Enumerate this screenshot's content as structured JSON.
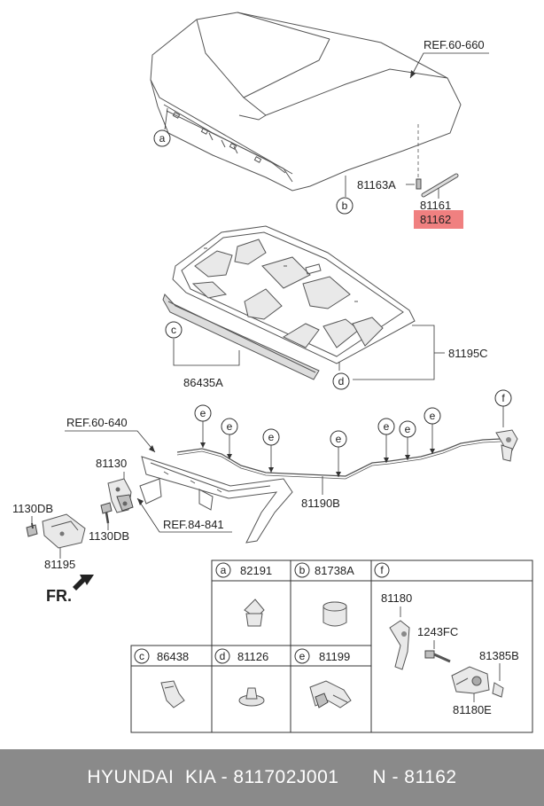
{
  "references": {
    "ref_hood": "REF.60-660",
    "ref_panel": "REF.60-640",
    "ref_lower": "REF.84-841"
  },
  "parts": {
    "p81163A": "81163A",
    "p81161": "81161",
    "p81162": "81162",
    "p81195C": "81195C",
    "p86435A": "86435A",
    "p81190B": "81190B",
    "p81130": "81130",
    "p1130DB_left": "1130DB",
    "p1130DB_right": "1130DB",
    "p81195": "81195"
  },
  "circles": {
    "a": "a",
    "b": "b",
    "c": "c",
    "d": "d",
    "e": "e",
    "f": "f"
  },
  "front_label": "FR.",
  "highlight_color": "#f08080",
  "legend": {
    "a_code": "82191",
    "b_code": "81738A",
    "c_code": "86438",
    "d_code": "81126",
    "e_code": "81199",
    "f_items": {
      "i81180": "81180",
      "i1243FC": "1243FC",
      "i81385B": "81385B",
      "i81180E": "81180E"
    }
  },
  "footer": {
    "text": "HYUNDAI  KIA - 811702J001      N - 81162"
  }
}
